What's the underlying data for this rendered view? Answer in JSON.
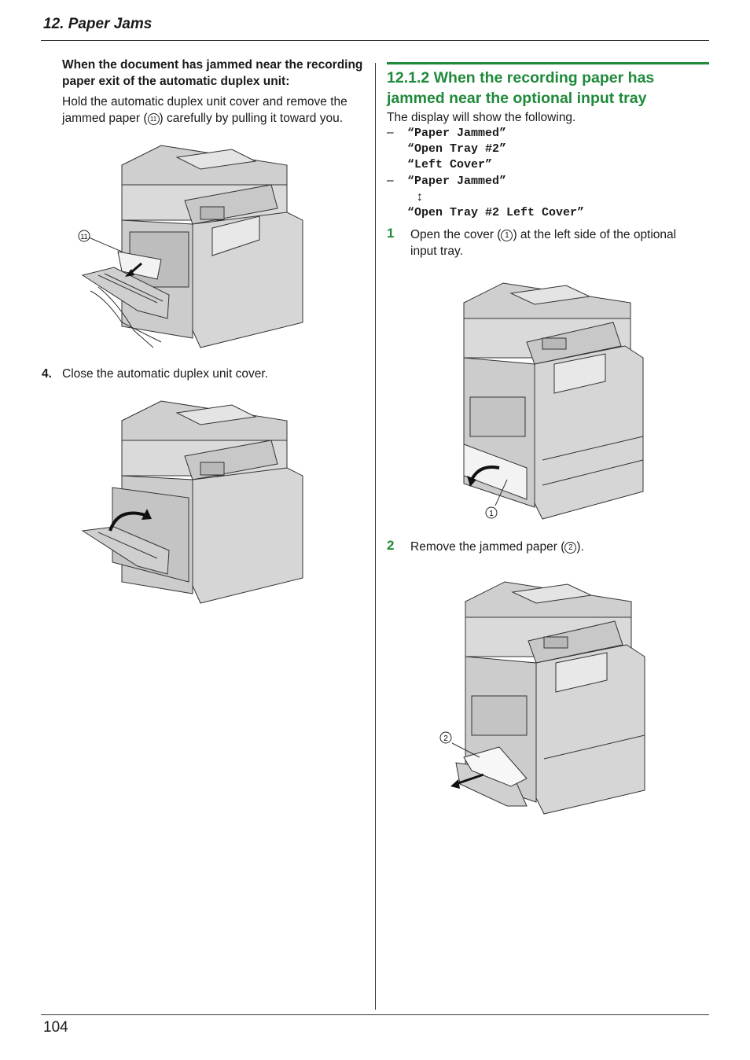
{
  "header": {
    "chapter": "12. Paper Jams"
  },
  "page_number": "104",
  "left": {
    "bold_lead": "When the document has jammed near the recording paper exit of the automatic duplex unit:",
    "para1_a": "Hold the automatic duplex unit cover and remove the",
    "para1_b": "jammed paper (",
    "para1_c": ") carefully by pulling it toward you.",
    "callout_11": "11",
    "step4_num": "4.",
    "step4_text": "Close the automatic duplex unit cover."
  },
  "right": {
    "section_title": "12.1.2 When the recording paper has jammed near the optional input tray",
    "display_intro": "The display will show the following.",
    "display_group1": [
      "“Paper Jammed”",
      "“Open Tray #2”",
      "“Left Cover”"
    ],
    "display_group2_line1": "“Paper Jammed”",
    "arrow_symbol": "↕",
    "display_group2_line2": "“Open Tray #2 Left Cover”",
    "dash": "–",
    "step1_num": "1",
    "step1_a": "Open the cover (",
    "step1_callout": "1",
    "step1_b": ") at the left side of the optional input tray.",
    "step2_num": "2",
    "step2_a": "Remove the jammed paper (",
    "step2_callout": "2",
    "step2_b": ")."
  },
  "colors": {
    "accent": "#1f8a3a",
    "device": "#d6d6d6",
    "device_dark": "#9a9a9a"
  }
}
